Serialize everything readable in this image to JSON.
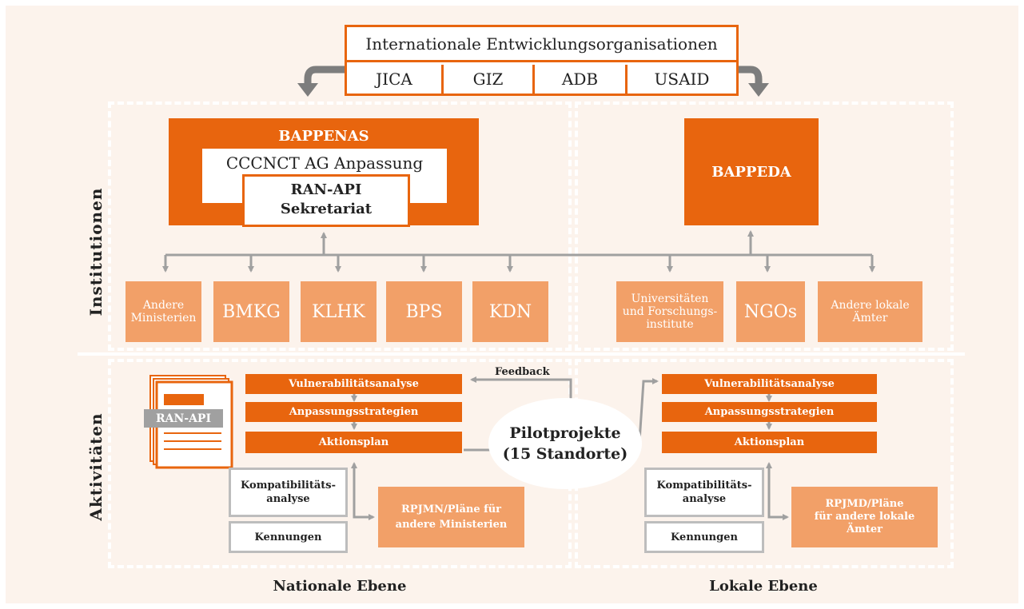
{
  "top": {
    "title": "Internationale Entwicklungsorganisationen",
    "orgs": [
      "JICA",
      "GIZ",
      "ADB",
      "USAID"
    ]
  },
  "row_labels": {
    "institutions": "Institutionen",
    "activities": "Aktivitäten"
  },
  "national": {
    "bappenas": "BAPPENAS",
    "cccnct": "CCCNCT AG Anpassung",
    "ranapi_line1": "RAN-API",
    "ranapi_line2": "Sekretariat",
    "ministries": [
      {
        "line1": "Andere",
        "line2": "Ministerien"
      },
      {
        "line1": "BMKG",
        "line2": ""
      },
      {
        "line1": "KLHK",
        "line2": ""
      },
      {
        "line1": "BPS",
        "line2": ""
      },
      {
        "line1": "KDN",
        "line2": ""
      }
    ],
    "doc_label": "RAN-API",
    "steps": [
      "Vulnerabilitätsanalyse",
      "Anpassungsstrategien",
      "Aktionsplan"
    ],
    "compat_line1": "Kompatibilitäts-",
    "compat_line2": "analyse",
    "kennungen": "Kennungen",
    "plan_line1": "RPJMN/Pläne für",
    "plan_line2": "andere Ministerien",
    "footer": "Nationale Ebene"
  },
  "local": {
    "bappeda": "BAPPEDA",
    "units": [
      {
        "line1": "Universitäten",
        "line2": "und Forschungs-",
        "line3": "institute"
      },
      {
        "line1": "NGOs",
        "line2": "",
        "line3": ""
      },
      {
        "line1": "Andere lokale",
        "line2": "Ämter",
        "line3": ""
      }
    ],
    "steps": [
      "Vulnerabilitätsanalyse",
      "Anpassungsstrategien",
      "Aktionsplan"
    ],
    "compat_line1": "Kompatibilitäts-",
    "compat_line2": "analyse",
    "kennungen": "Kennungen",
    "plan_line1": "RPJMD/Pläne",
    "plan_line2": "für andere lokale",
    "plan_line3": "Ämter",
    "footer": "Lokale Ebene"
  },
  "pilot": {
    "line1": "Pilotprojekte",
    "line2": "(15 Standorte)"
  },
  "feedback": "Feedback",
  "colors": {
    "orange": "#e8650e",
    "light_orange": "#f2a068",
    "arrow": "#a0a0a0",
    "background": "#fcf3ec"
  }
}
